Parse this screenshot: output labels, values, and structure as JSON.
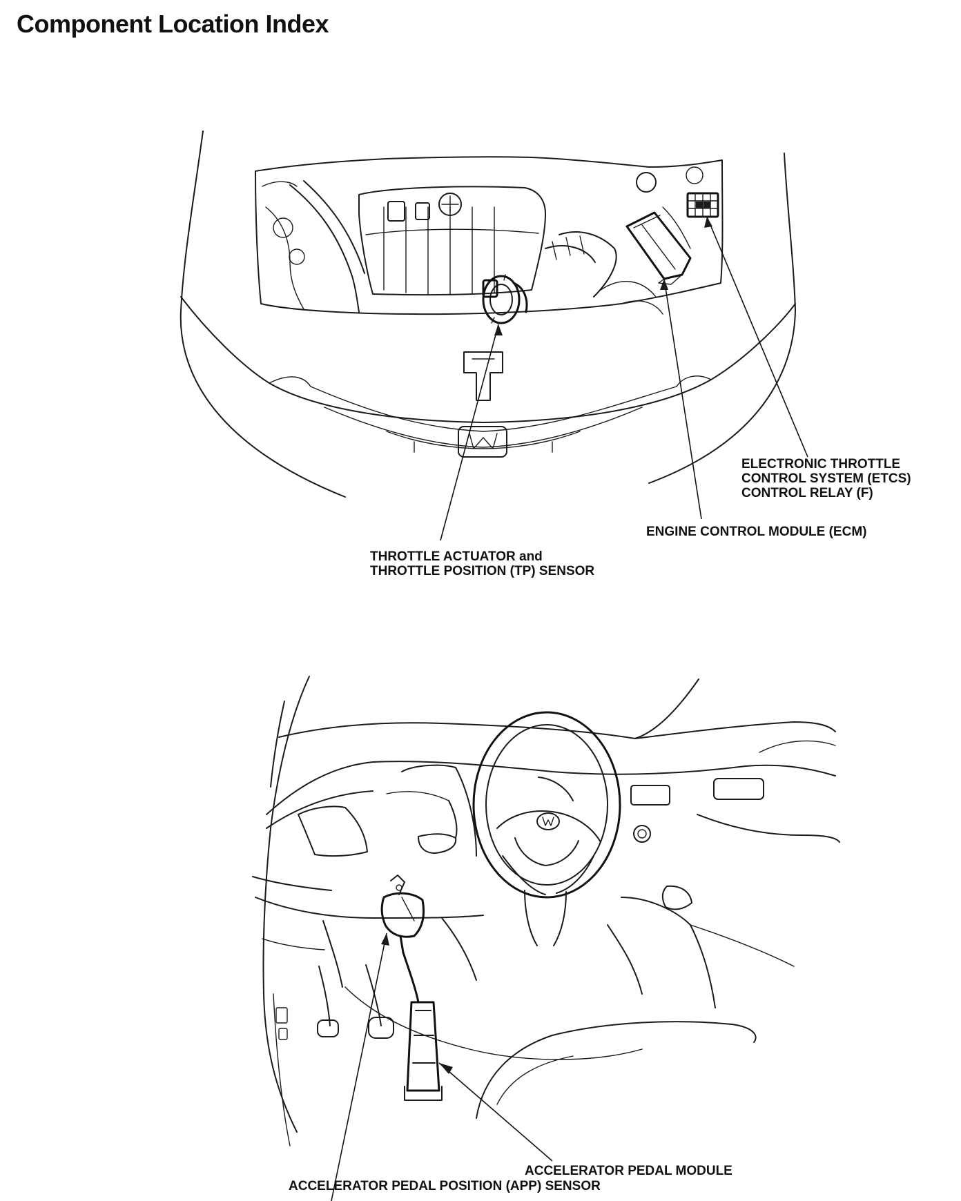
{
  "page_title": "Component Location Index",
  "callouts": {
    "etcs_relay": [
      "ELECTRONIC THROTTLE",
      "CONTROL SYSTEM (ETCS)",
      "CONTROL RELAY (F)"
    ],
    "ecm": [
      "ENGINE CONTROL MODULE (ECM)"
    ],
    "throttle": [
      "THROTTLE ACTUATOR and",
      "THROTTLE POSITION (TP) SENSOR"
    ],
    "pedal_module": [
      "ACCELERATOR PEDAL MODULE"
    ],
    "app_sensor": [
      "ACCELERATOR PEDAL POSITION (APP) SENSOR"
    ]
  },
  "ink_color": "#1a1a1a"
}
